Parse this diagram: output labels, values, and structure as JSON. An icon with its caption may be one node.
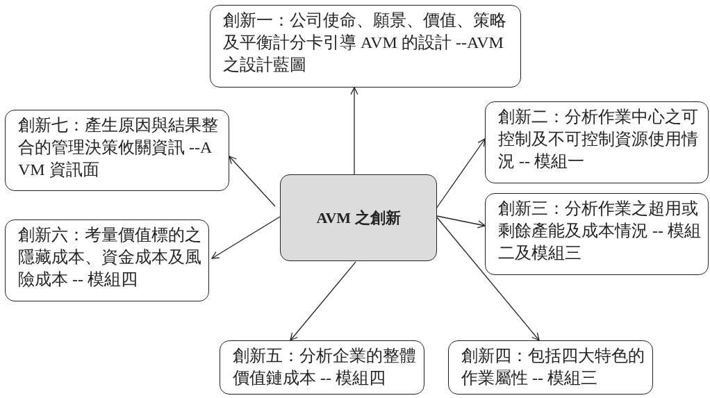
{
  "diagram": {
    "nodes": [
      {
        "text": [
          "AVM 之創新"
        ]
      },
      {
        "text": [
          "創新一：公司使命、願景、價值、策略及平衡計分卡引導 AVM 的設計 --AVM 之設計藍圖"
        ]
      },
      {
        "text": [
          "創新二：分析作業中心之可控制及不可控制資源使用情況 -- 模組一"
        ]
      },
      {
        "text": [
          "創新三：分析作業之超用或剩餘產能及成本情況 -- 模組二及模組三"
        ]
      },
      {
        "text": [
          "創新四：包括四大特色的作業屬性 -- 模組三"
        ]
      },
      {
        "text": [
          "創新五：分析企業的整體價值鏈成本 -- 模組四"
        ]
      },
      {
        "text": [
          "創新六：考量價值標的之隱藏成本、資金成本及風險成本 -- 模組四"
        ]
      },
      {
        "text": [
          "創新七：產生原因與結果整合的管理決策攸關資訊 --AVM 資訊面"
        ]
      }
    ],
    "edges": [
      {
        "from": 0,
        "to": 1,
        "arrow": "to"
      },
      {
        "from": 0,
        "to": 2,
        "arrow": "to"
      },
      {
        "from": 0,
        "to": 3,
        "arrow": "to"
      },
      {
        "from": 0,
        "to": 4,
        "arrow": "to"
      },
      {
        "from": 0,
        "to": 5,
        "arrow": "to"
      },
      {
        "from": 0,
        "to": 6,
        "arrow": "to"
      },
      {
        "from": 0,
        "to": 7,
        "arrow": "to"
      }
    ]
  }
}
